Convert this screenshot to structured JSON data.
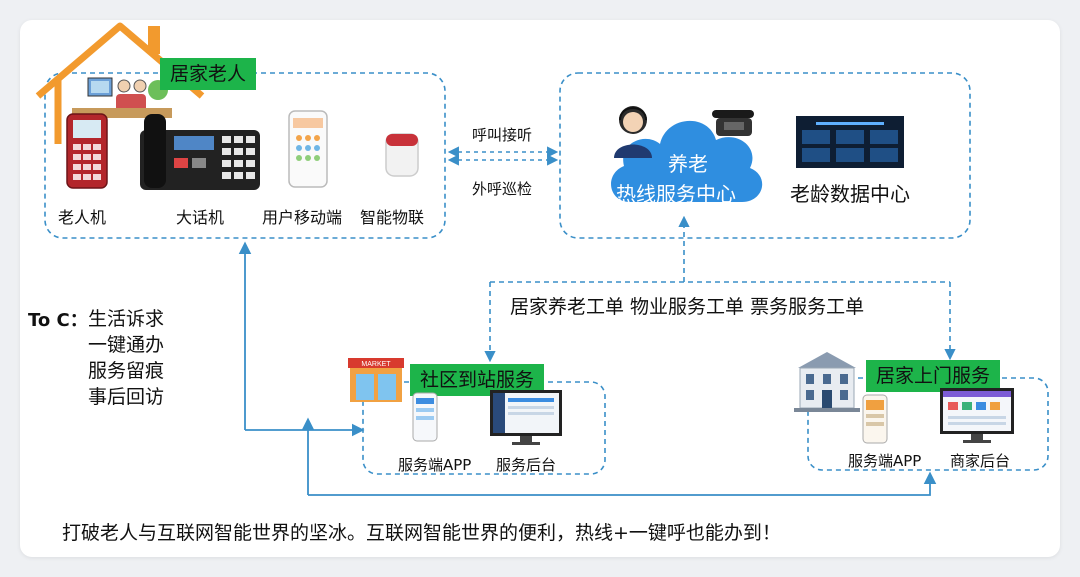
{
  "colors": {
    "accent_green": "#1db44a",
    "line_blue": "#3a8fc8",
    "cloud_blue": "#2f8ee0"
  },
  "home": {
    "title": "居家老人",
    "devices": [
      "老人机",
      "大话机",
      "用户移动端",
      "智能物联"
    ]
  },
  "link": {
    "call_in": "呼叫接听",
    "call_out": "外呼巡检"
  },
  "center": {
    "cloud_line1": "养老",
    "cloud_line2": "热线服务中心",
    "data_center": "老龄数据中心"
  },
  "tickets": "居家养老工单  物业服务工单  票务服务工单",
  "toc": {
    "title": "To C：",
    "items": [
      "生活诉求",
      "一键通办",
      "服务留痕",
      "事后回访"
    ]
  },
  "community": {
    "title": "社区到站服务",
    "app": "服务端APP",
    "backend": "服务后台",
    "sign": "MARKET"
  },
  "door": {
    "title": "居家上门服务",
    "app": "服务端APP",
    "backend": "商家后台"
  },
  "footer": "打破老人与互联网智能世界的坚冰。互联网智能世界的便利，热线+一键呼也能办到！"
}
